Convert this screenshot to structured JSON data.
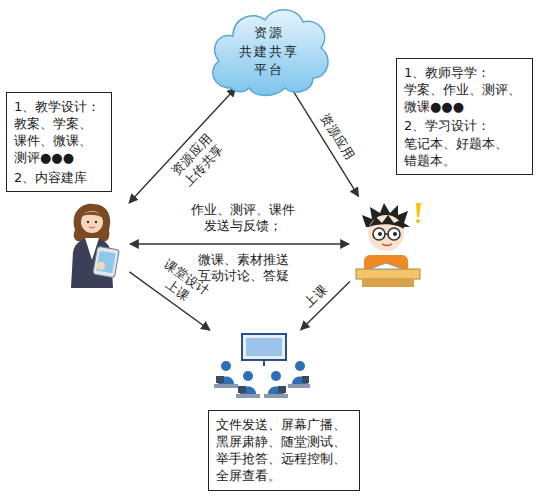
{
  "diagram": {
    "nodes": [
      {
        "text": [
          "资源 共建共享 平台"
        ]
      },
      {
        "text": [
          "1、教学设计： 教案、学案、 课件、微课、 测评●●●",
          "2、内容建库"
        ]
      },
      {
        "text": [
          "1、教师导学： 学案、作业、测评、 微课●●●",
          "2、学习设计： 笔记本、好题本、 错题本。"
        ]
      },
      {
        "text": []
      },
      {
        "text": []
      },
      {
        "text": []
      },
      {
        "text": [
          "文件发送、屏幕广播、 黑屏肃静、随堂测试、 举手抢答、远程控制、 全屏查看。"
        ]
      }
    ],
    "edges": [
      {
        "from": 0,
        "to": 3,
        "label": "资源应用 上传共享",
        "arrow": "both"
      },
      {
        "from": 0,
        "to": 4,
        "label": "资源应用",
        "arrow": "to"
      },
      {
        "from": 3,
        "to": 4,
        "label": "作业、测评、课件 发送与反馈；",
        "arrow": "both"
      },
      {
        "from": 3,
        "to": 5,
        "label": "课堂设计 上课",
        "arrow": "to"
      },
      {
        "from": 4,
        "to": 5,
        "label": "上课",
        "arrow": "to"
      }
    ],
    "labels": [
      "微课、素材推送 互动讨论、答疑"
    ]
  }
}
